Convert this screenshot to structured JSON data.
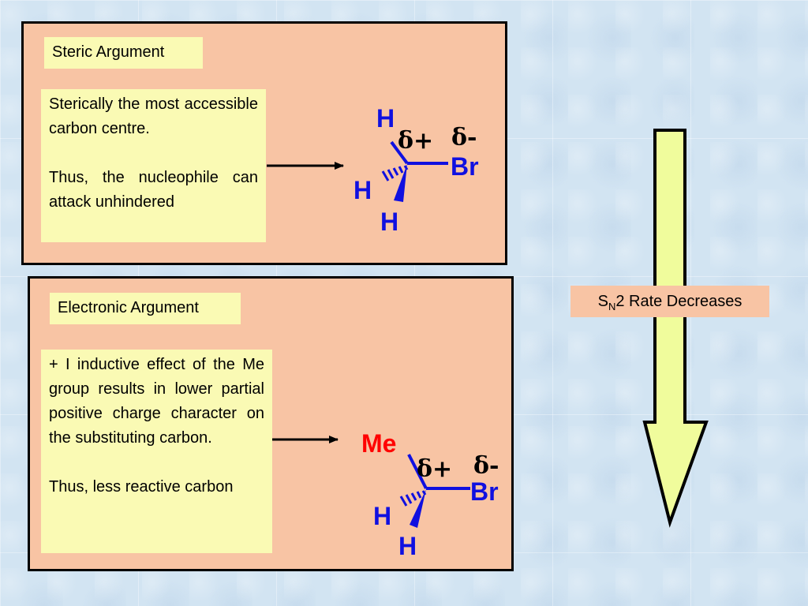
{
  "steric": {
    "title": "Steric Argument",
    "paragraph1": "Sterically the most accessible carbon centre.",
    "paragraph2": "Thus, the nucleophile can attack unhindered",
    "molecule": {
      "top_atom": "H",
      "left_atom": "H",
      "bottom_atom": "H",
      "halogen": "Br",
      "delta_plus": "δ+",
      "delta_minus": "δ-"
    }
  },
  "electronic": {
    "title": "Electronic Argument",
    "paragraph1": "+ I inductive effect of the Me group results in lower partial positive charge character on the substituting carbon.",
    "paragraph2": "Thus, less reactive carbon",
    "molecule": {
      "top_atom": "Me",
      "left_atom": "H",
      "bottom_atom": "H",
      "halogen": "Br",
      "delta_plus": "δ+",
      "delta_minus": "δ-"
    }
  },
  "rate": {
    "prefix": "S",
    "subscript": "N",
    "suffix": "2 Rate Decreases"
  },
  "colors": {
    "panel": "#f8c4a4",
    "text_box": "#fafab4",
    "atom_blue": "#1010e0",
    "atom_red": "#ff0000",
    "arrow_fill": "#f0fc9c"
  }
}
